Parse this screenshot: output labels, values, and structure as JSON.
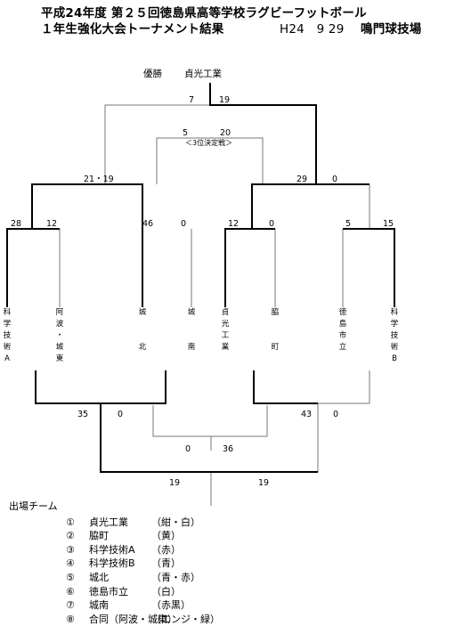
{
  "header": {
    "line1": "平成24年度 第２５回徳島県高等学校ラグビーフットボール",
    "line2": "１年生強化大会トーナメント結果",
    "date": "H24　9 29",
    "venue": "鳴門球技場"
  },
  "winner": {
    "label": "優勝",
    "team": "貞光工業"
  },
  "scores": {
    "final": {
      "left": "7",
      "right": "19"
    },
    "third": {
      "left": "5",
      "right": "20"
    },
    "semi_left": "21・19",
    "semi_right": {
      "left": "29",
      "right": "0"
    },
    "r1": [
      "28",
      "12",
      "46",
      "0",
      "12",
      "0",
      "5",
      "15"
    ],
    "cons_left": {
      "left": "35",
      "right": "0"
    },
    "cons_right": {
      "left": "43",
      "right": "0"
    },
    "cons_final": {
      "left": "0",
      "right": "36"
    },
    "bottom_final": {
      "left": "19",
      "right": "19"
    }
  },
  "third_place_label": "＜3位決定戦＞",
  "bracket_teams": [
    [
      "科",
      "学",
      "技",
      "術",
      "A"
    ],
    [
      "阿",
      "波",
      "・",
      "城",
      "東"
    ],
    [
      "城",
      "",
      "",
      "北"
    ],
    [
      "城",
      "",
      "",
      "南"
    ],
    [
      "貞",
      "光",
      "工",
      "業"
    ],
    [
      "脇",
      "",
      "",
      "町"
    ],
    [
      "徳",
      "島",
      "市",
      "立"
    ],
    [
      "科",
      "学",
      "技",
      "術",
      "B"
    ]
  ],
  "participants": {
    "header": "出場チーム",
    "list": [
      {
        "num": "①",
        "name": "貞光工業",
        "color": "（紺・白）"
      },
      {
        "num": "②",
        "name": "脇町",
        "color": "（黄）"
      },
      {
        "num": "③",
        "name": "科学技術A",
        "color": "（赤）"
      },
      {
        "num": "④",
        "name": "科学技術B",
        "color": "（青）"
      },
      {
        "num": "⑤",
        "name": "城北",
        "color": "（青・赤）"
      },
      {
        "num": "⑥",
        "name": "徳島市立",
        "color": "（白）"
      },
      {
        "num": "⑦",
        "name": "城南",
        "color": "（赤黒）"
      },
      {
        "num": "⑧",
        "name": "合同（阿波・城東）",
        "color": "（エンジ・緑）"
      }
    ]
  }
}
